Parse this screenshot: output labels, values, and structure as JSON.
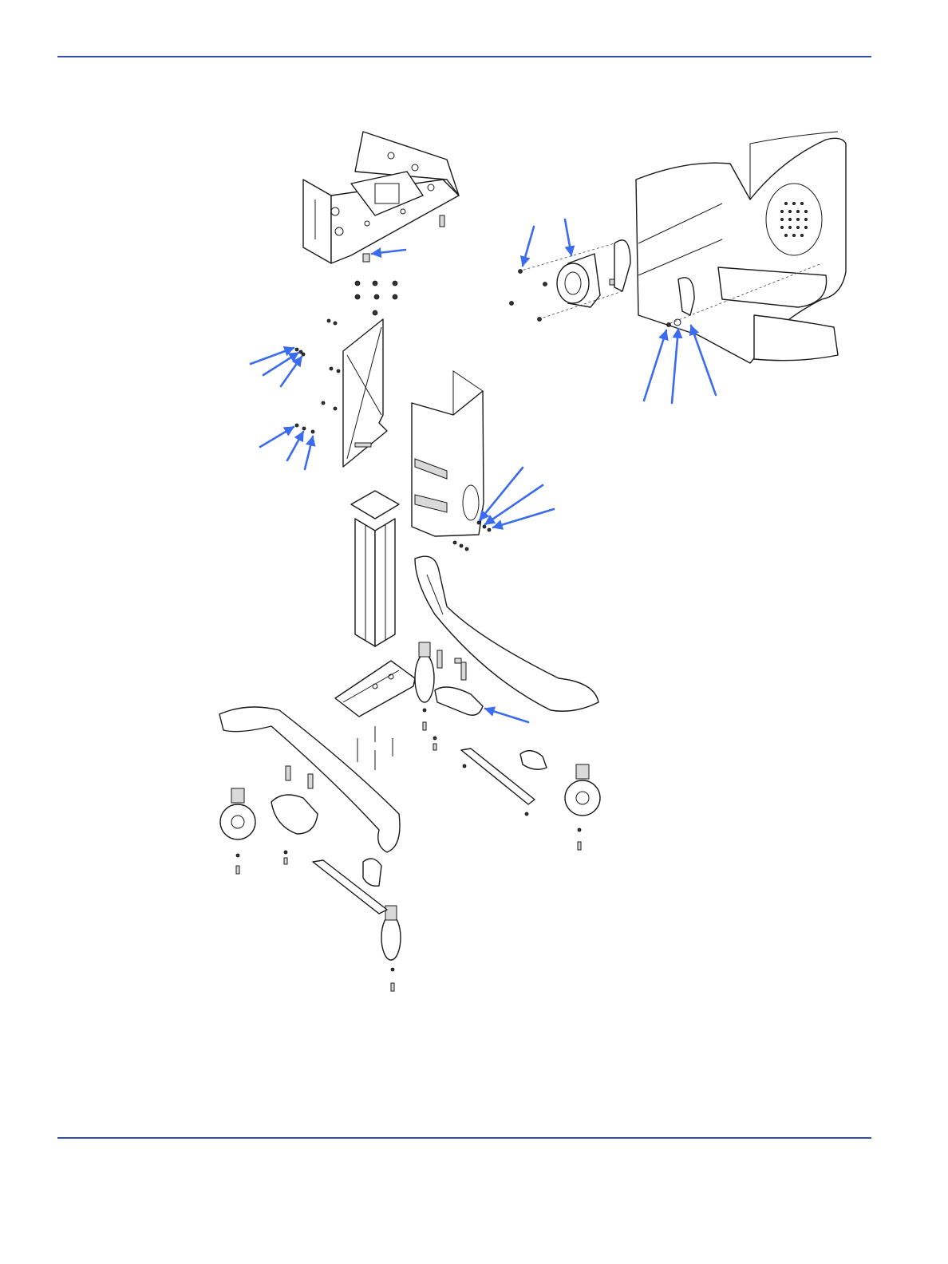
{
  "colors": {
    "rule": "#2e4fb0",
    "callout_arrow": "#3b6cf0",
    "line_art": "#1a1a1a"
  },
  "callouts": [
    {
      "id": "mount-plate-screw"
    },
    {
      "id": "rear-panel-screw-1"
    },
    {
      "id": "rear-panel-screw-2"
    },
    {
      "id": "rear-panel-screw-3"
    },
    {
      "id": "rear-panel-screw-4"
    },
    {
      "id": "rear-panel-screw-5"
    },
    {
      "id": "rear-panel-screw-6"
    },
    {
      "id": "column-cover-screw-1"
    },
    {
      "id": "column-cover-screw-2"
    },
    {
      "id": "column-cover-screw-3"
    },
    {
      "id": "speaker-screw"
    },
    {
      "id": "speaker"
    },
    {
      "id": "bracket-screw"
    },
    {
      "id": "bracket-washer"
    },
    {
      "id": "bracket"
    },
    {
      "id": "brake-pedal"
    }
  ]
}
